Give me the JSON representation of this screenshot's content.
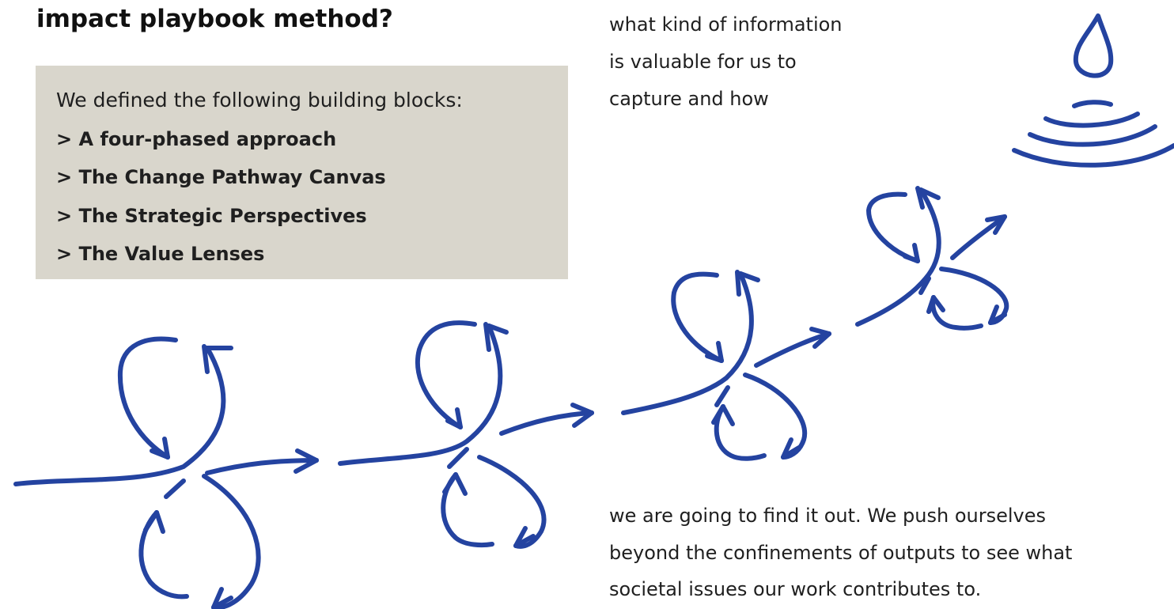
{
  "heading": "impact playbook method?",
  "building_blocks": {
    "intro": "We defined the following building blocks:",
    "items": [
      "> A four-phased approach",
      "> The Change Pathway Canvas",
      "> The Strategic Perspectives",
      "> The Value Lenses"
    ]
  },
  "side_text": {
    "lines": [
      "what kind of information",
      "is valuable for us to",
      "capture and how"
    ]
  },
  "bottom_text": {
    "lines": [
      "we are going to find it out. We push ourselves",
      "beyond the confinements of outputs to see what",
      "societal issues our work contributes to."
    ]
  },
  "illustration": {
    "ink_color": "#2443a0",
    "icons": [
      "water-drop-icon",
      "ripple-icon",
      "loop-arrow-icon"
    ]
  }
}
